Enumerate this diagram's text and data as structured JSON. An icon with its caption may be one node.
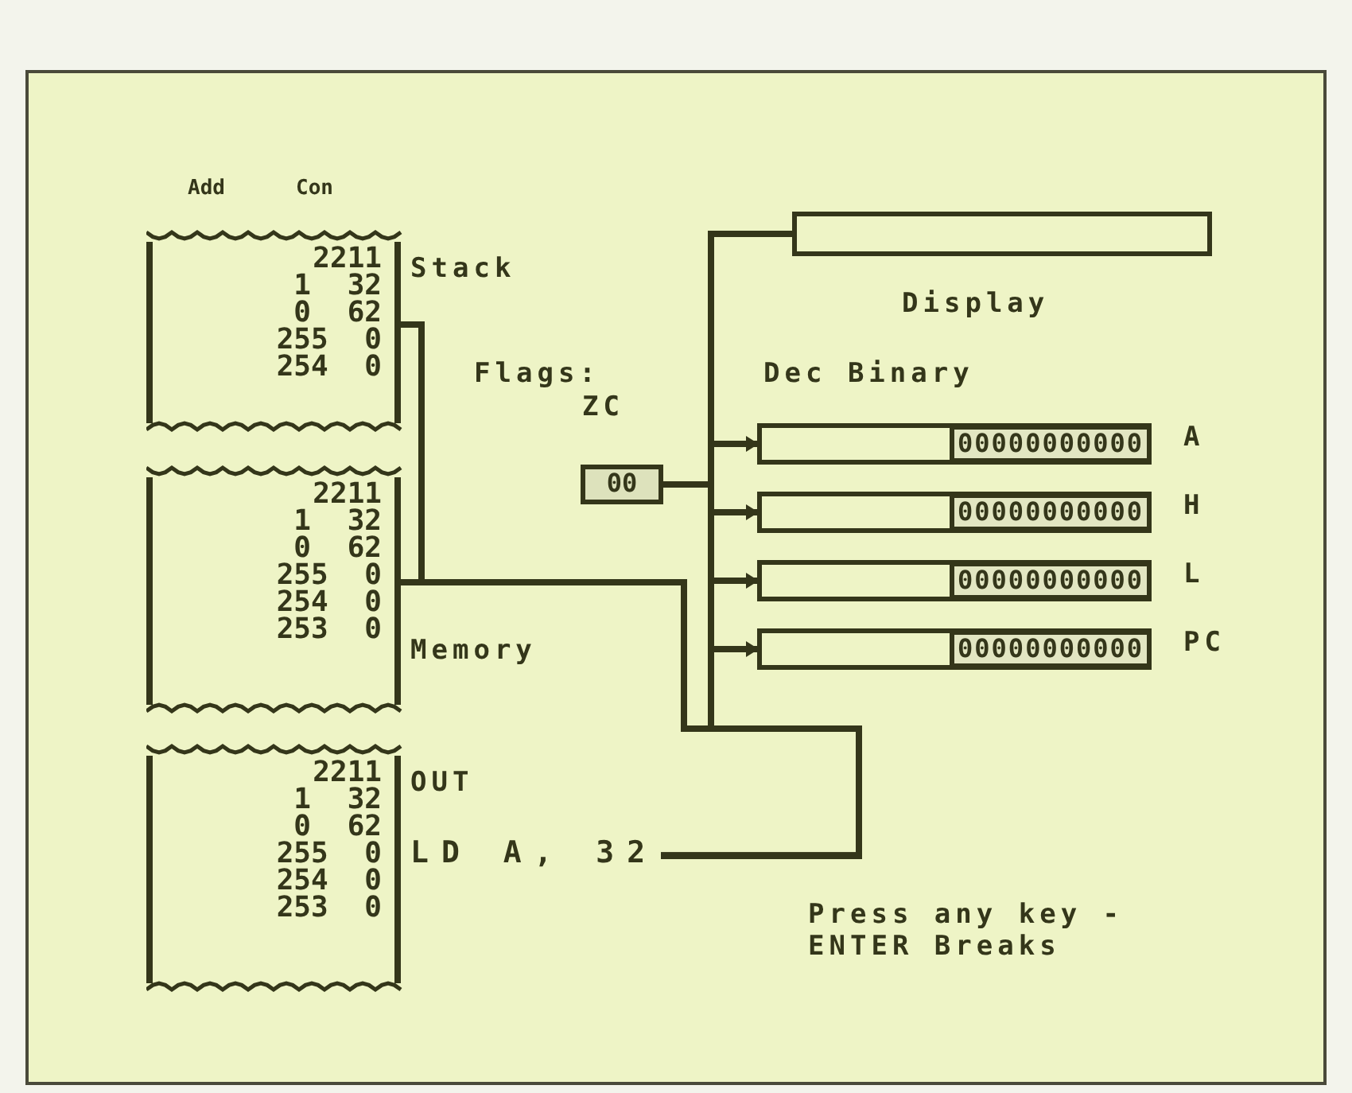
{
  "diagram": {
    "nodes": [
      {
        "text": [
          "2211",
          "1 32",
          "0 62",
          "255 0",
          "254 0"
        ],
        "beside": [
          "Stack"
        ]
      },
      {
        "text": [
          "2211",
          "1 32",
          "0 62",
          "255 0",
          "254 0",
          "253 0"
        ],
        "beside": [
          "Memory"
        ]
      },
      {
        "text": [
          "2211",
          "1 32",
          "0 62",
          "255 0",
          "254 0",
          "253 0"
        ],
        "beside": [
          "OUT"
        ]
      },
      {
        "text": [],
        "shape": "box",
        "beside": [
          "Display"
        ]
      },
      {
        "text": [
          "00"
        ],
        "beside": [
          "Flags:",
          "ZC"
        ]
      },
      {
        "text": [
          "00000000000"
        ],
        "beside": [
          "A"
        ]
      },
      {
        "text": [
          "00000000000"
        ],
        "beside": [
          "H"
        ]
      },
      {
        "text": [
          "00000000000"
        ],
        "beside": [
          "L"
        ]
      },
      {
        "text": [
          "00000000000"
        ],
        "beside": [
          "PC"
        ]
      },
      {
        "text": [
          "LD A, 32"
        ]
      }
    ],
    "edges": [
      {
        "from": 9,
        "to": 3,
        "arrow": "none"
      },
      {
        "from": 9,
        "to": 4,
        "arrow": "none"
      },
      {
        "from": 9,
        "to": 5,
        "arrow": "to"
      },
      {
        "from": 9,
        "to": 6,
        "arrow": "to"
      },
      {
        "from": 9,
        "to": 7,
        "arrow": "to"
      },
      {
        "from": 9,
        "to": 8,
        "arrow": "to"
      },
      {
        "from": 9,
        "to": 1,
        "arrow": "none"
      },
      {
        "from": 9,
        "to": 0,
        "arrow": "none"
      }
    ],
    "labels": [
      "Add",
      "Con",
      "Dec Binary",
      "Press any key -ENTER Breaks"
    ]
  }
}
